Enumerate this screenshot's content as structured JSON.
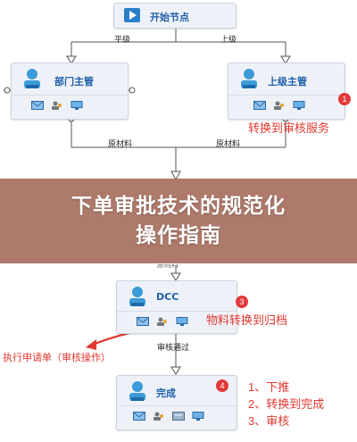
{
  "nodes": {
    "start": {
      "title": "开始节点"
    },
    "dept": {
      "title": "部门主管"
    },
    "superior": {
      "title": "上级主管",
      "badge": "1"
    },
    "dcc": {
      "title": "DCC",
      "badge": "3"
    },
    "done": {
      "title": "完成",
      "badge": "4"
    }
  },
  "edges": {
    "peer": "平级",
    "upper": "上级",
    "raw_left": "原材料",
    "raw_right": "原材料",
    "partial_label": "原材料",
    "review_pass": "审核通过"
  },
  "annotations": {
    "to_review_service": "转换到审核服务",
    "material_archive": "物料转换到归档",
    "exec_request": "执行申请单（审核操作）",
    "steps": [
      "1、下推",
      "2、转换到完成",
      "3、审核"
    ]
  },
  "banner": {
    "line1": "下单审批技术的规范化",
    "line2": "操作指南"
  },
  "colors": {
    "accent_red": "#e23a3a",
    "node_title": "#1f5fa8",
    "banner_bg": "#a87060"
  }
}
